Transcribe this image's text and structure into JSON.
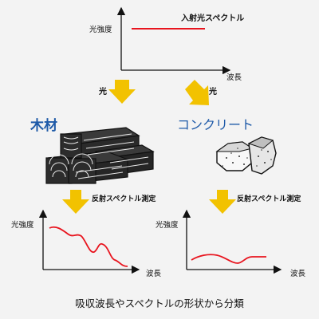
{
  "incident": {
    "ylabel": "光強度",
    "xlabel": "波長",
    "series_label": "入射光スペクトル",
    "line_color": "#e8141e"
  },
  "branches": {
    "left_light_label": "光",
    "right_light_label": "光",
    "arrow_color": "#f2c200"
  },
  "materials": {
    "wood": {
      "label": "木材",
      "color": "#1e5aa8"
    },
    "concrete": {
      "label": "コンクリート",
      "color": "#1e5aa8"
    }
  },
  "measurement": {
    "left_label": "反射スペクトル測定",
    "right_label": "反射スペクトル測定"
  },
  "reflect_left": {
    "ylabel": "光強度",
    "xlabel": "波長"
  },
  "reflect_right": {
    "ylabel": "光強度",
    "xlabel": "波長"
  },
  "caption": "吸収波長やスペクトルの形状から分類"
}
